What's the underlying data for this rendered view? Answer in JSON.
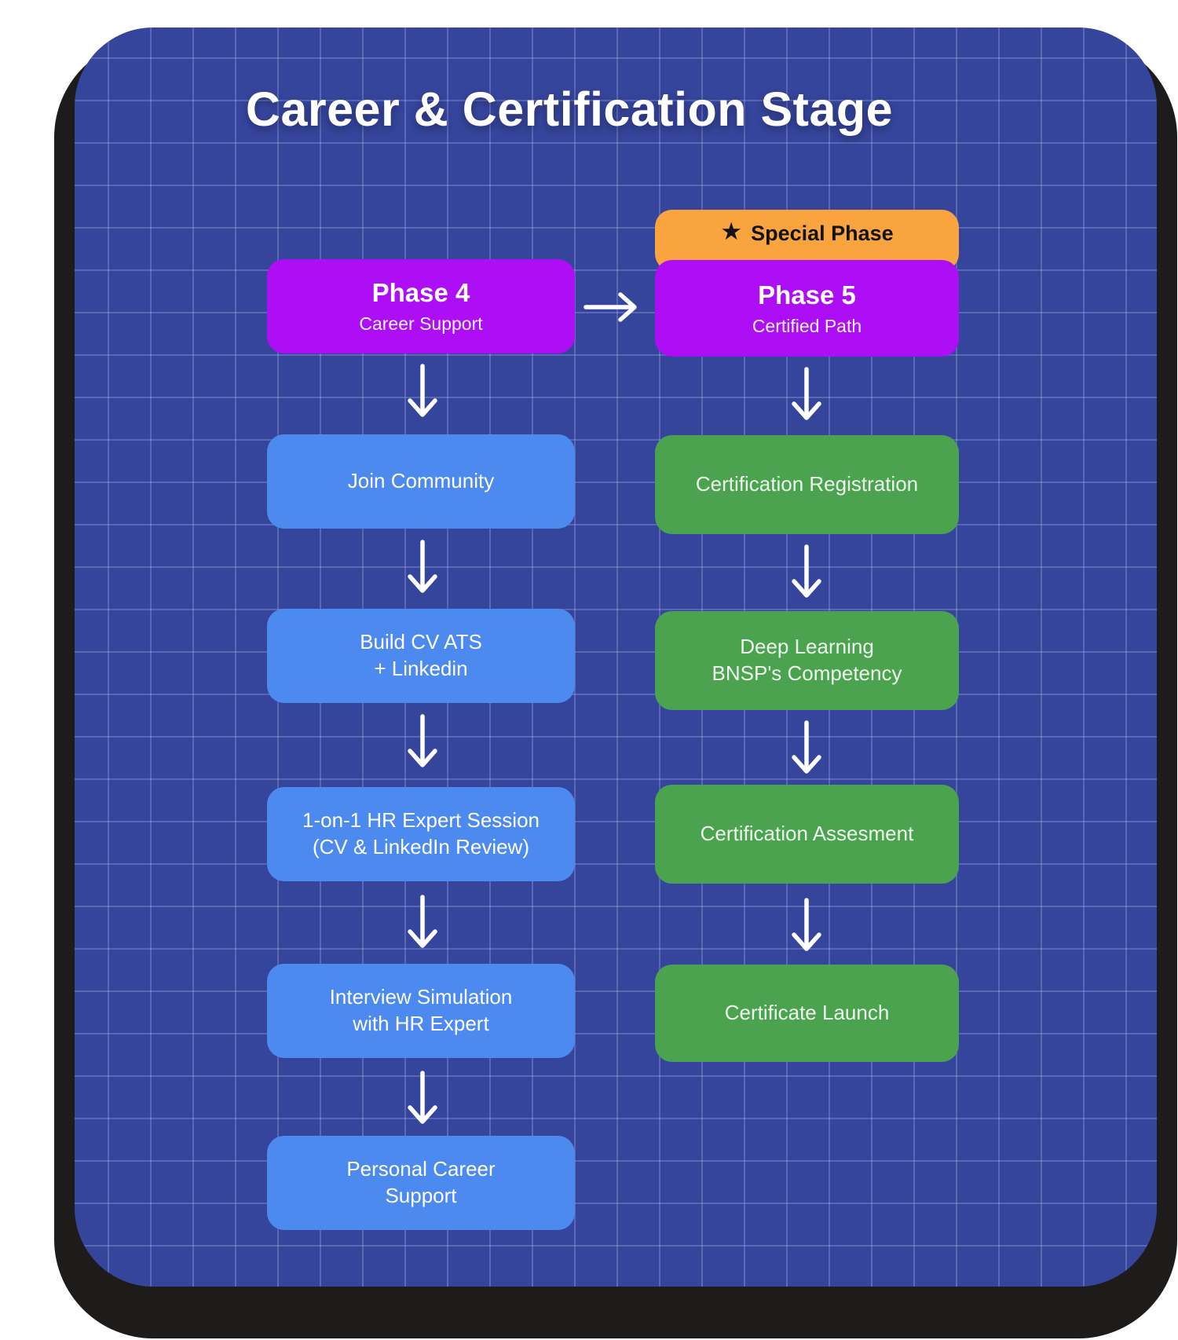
{
  "title": "Career & Certification Stage",
  "icons": {
    "star": "★"
  },
  "colors": {
    "card_bg": "#36459c",
    "shadow": "#1d1c1a",
    "purple": "#ad0ef5",
    "blue": "#4d8af0",
    "green": "#4ba350",
    "orange": "#f9a43e",
    "arrow": "#ffffff",
    "title_text": "#ffffff",
    "badge_text": "#131313"
  },
  "phase4": {
    "header": {
      "title": "Phase 4",
      "subtitle": "Career Support"
    },
    "steps": [
      {
        "lines": [
          "Join Community"
        ]
      },
      {
        "lines": [
          "Build CV ATS",
          "+ Linkedin"
        ]
      },
      {
        "lines": [
          "1-on-1 HR Expert Session",
          "(CV & LinkedIn Review)"
        ]
      },
      {
        "lines": [
          "Interview Simulation",
          "with HR Expert"
        ]
      },
      {
        "lines": [
          "Personal Career",
          "Support"
        ]
      }
    ]
  },
  "phase5": {
    "badge": "Special Phase",
    "header": {
      "title": "Phase 5",
      "subtitle": "Certified Path"
    },
    "steps": [
      {
        "lines": [
          "Certification Registration"
        ]
      },
      {
        "lines": [
          "Deep Learning",
          "BNSP's Competency"
        ]
      },
      {
        "lines": [
          "Certification Assesment"
        ]
      },
      {
        "lines": [
          "Certificate Launch"
        ]
      }
    ]
  }
}
